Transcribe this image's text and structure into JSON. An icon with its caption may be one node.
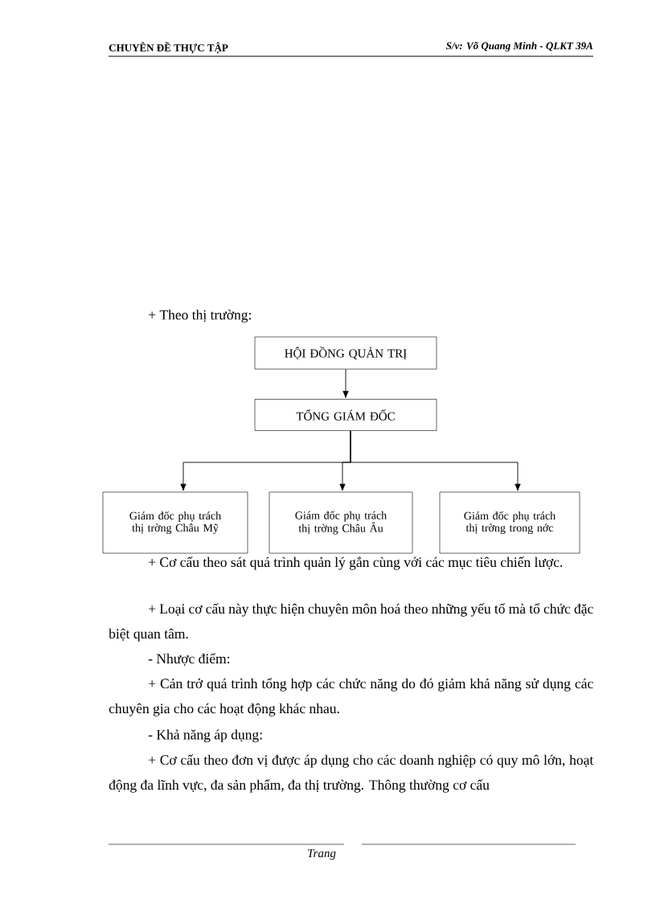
{
  "diagram": {
    "nodes": [
      {
        "text": [
          "HỘI ĐỒNG QUẢN TRỊ"
        ]
      },
      {
        "text": [
          "TỔNG GIÁM ĐỐC"
        ]
      },
      {
        "text": [
          "Giám đốc phụ trách thị trờng Châu Mỹ"
        ]
      },
      {
        "text": [
          "Giám đốc phụ trách thị trờng Châu Âu"
        ]
      },
      {
        "text": [
          "Giám đốc phụ trách thị trờng trong nớc"
        ]
      }
    ],
    "edges": [
      {
        "from": 0,
        "to": 1,
        "arrow": "to"
      },
      {
        "from": 1,
        "to": 2,
        "arrow": "to"
      },
      {
        "from": 1,
        "to": 3,
        "arrow": "to"
      },
      {
        "from": 1,
        "to": 4,
        "arrow": "to"
      }
    ],
    "labels": [
      "CHUYÊN ĐỀ THỰC TẬP",
      "S/v: Võ Quang Minh - QLKT 39A",
      "+ Theo thị trường:",
      "+ Cơ cấu theo sát quá trình quản lý gắn cùng với các mục tiêu chiến lược.",
      "+ Loại cơ cấu này thực hiện chuyên môn hoá theo những yếu tố mà tổ chức đặc biệt quan tâm.",
      "- Nhược điểm:",
      "+ Cản trở quá trình tổng hợp các chức năng do đó giảm khả năng sử dụng các chuyên gia cho các hoạt động khác nhau.",
      "- Khả năng áp dụng:",
      "+ Cơ cấu theo đơn vị được áp dụng cho các doanh nghiệp có quy mô lớn, hoạt động đa lĩnh vực, đa sản phẩm, đa thị trường. Thông thường cơ cấu",
      "Trang"
    ]
  }
}
